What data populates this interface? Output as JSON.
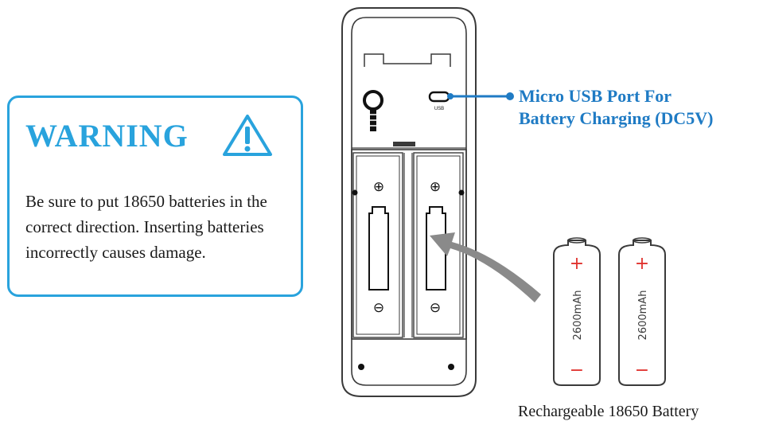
{
  "warning": {
    "title": "WARNING",
    "body": "Be sure to put 18650 batteries in the correct direction. Inserting batteries incorrectly causes damage."
  },
  "device": {
    "port_marking": "USB",
    "plus_symbol": "⊕",
    "minus_symbol": "⊖"
  },
  "port_callout": {
    "line1": "Micro USB Port For",
    "line2": "Battery Charging (DC5V)"
  },
  "battery": {
    "capacity": "2600mAh",
    "plus": "+",
    "minus": "−",
    "caption": "Rechargeable 18650 Battery"
  },
  "colors": {
    "accent": "#29a3dd",
    "callout": "#1f7bc4",
    "battery_mark": "#e0322e",
    "arrow": "#8a8a8a"
  }
}
